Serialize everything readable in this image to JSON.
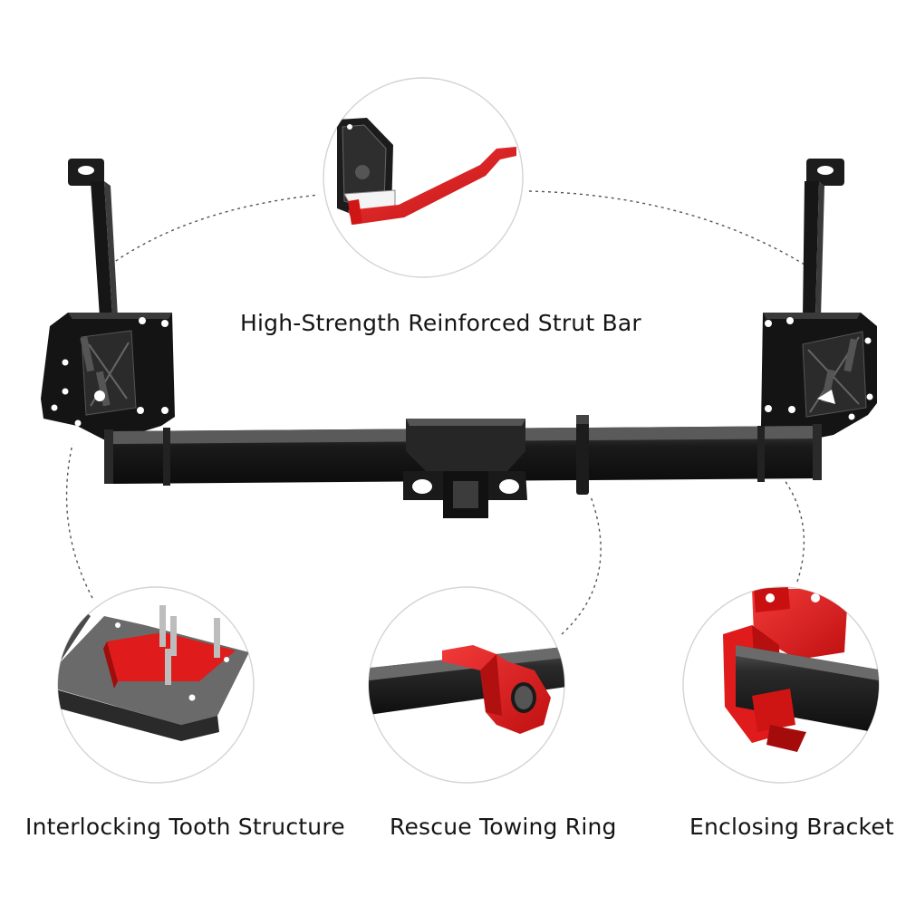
{
  "colors": {
    "steel": "#141414",
    "steel_light": "#3a3a3a",
    "accent_red": "#e01b1b",
    "callout_border": "#d4d4d4",
    "dash_line": "#555555",
    "text": "#151515"
  },
  "callouts": {
    "strut_bar": {
      "label": "High-Strength Reinforced Strut Bar"
    },
    "tooth_structure": {
      "label": "Interlocking Tooth Structure"
    },
    "towing_ring": {
      "label": "Rescue Towing Ring"
    },
    "enclosing_bracket": {
      "label": "Enclosing Bracket"
    }
  }
}
